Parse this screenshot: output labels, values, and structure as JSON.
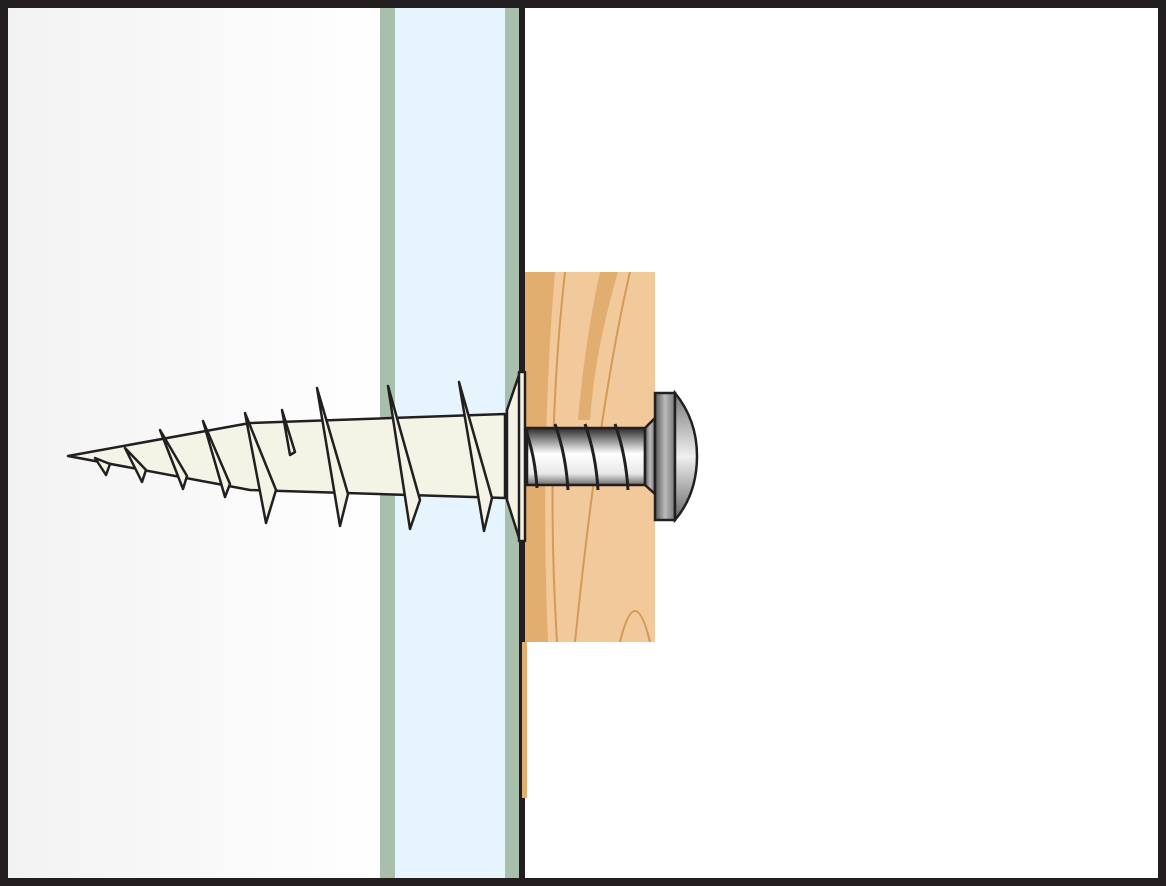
{
  "colors": {
    "frame": "#231f20",
    "cavity_start": "#f2f2f3",
    "cavity_end": "#ffffff",
    "drywall_paper": "#a8bfab",
    "drywall_core": "#e6f5fd",
    "wood_light": "#f2c99a",
    "wood_dark": "#e2ae70",
    "wood_grain": "#d39a55",
    "anchor_body": "#f3f4e6",
    "screw_dark": "#3a3a3a",
    "screw_light": "#ffffff"
  },
  "icons": {
    "anchor": "self-drilling-drywall-anchor",
    "screw": "pan-head-screw",
    "wood": "wood-block"
  }
}
